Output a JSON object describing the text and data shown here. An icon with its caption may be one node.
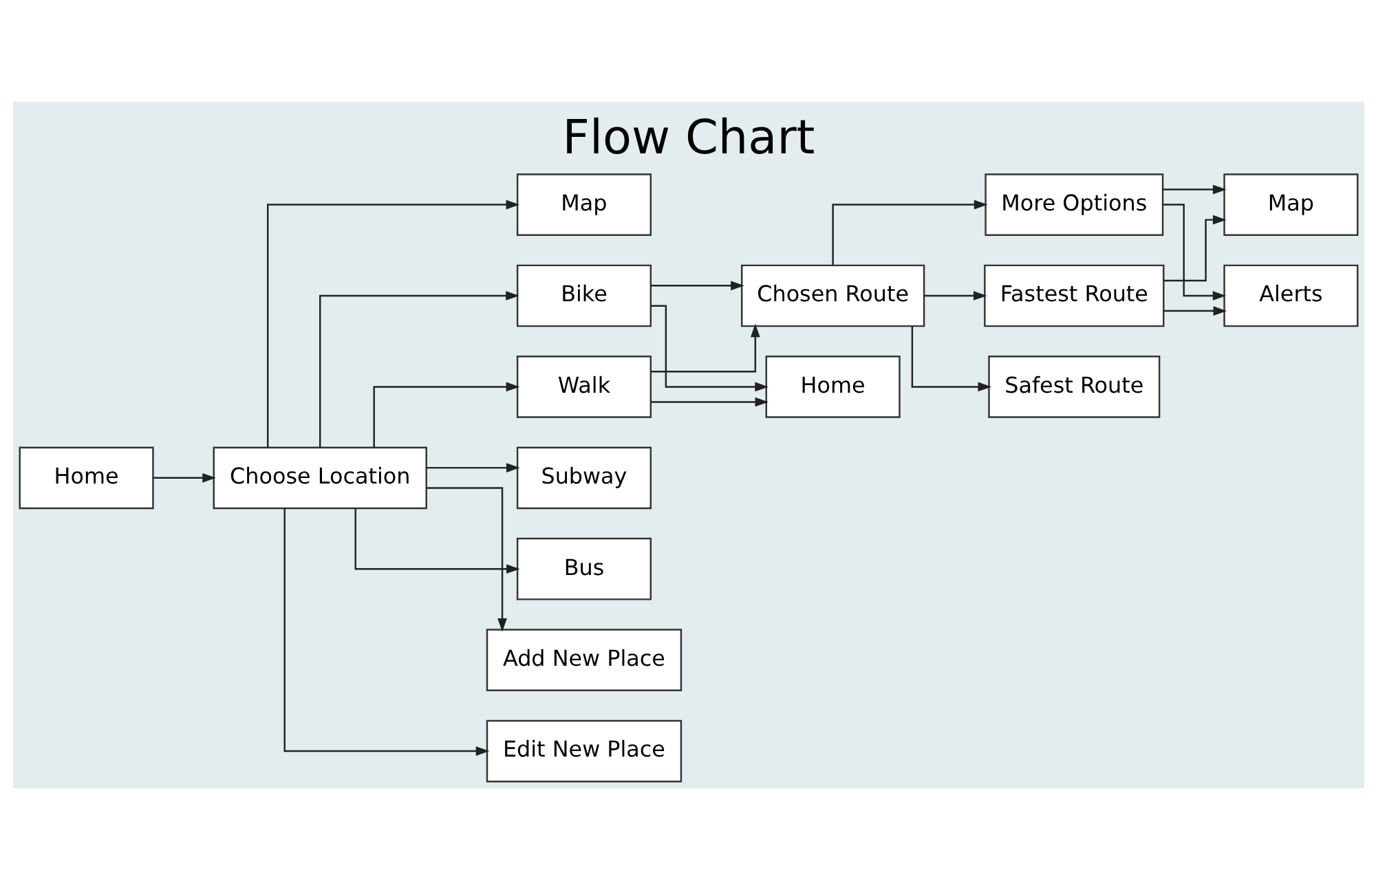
{
  "diagram": {
    "title": "Flow Chart",
    "nodes": [
      {
        "text": [
          "Home"
        ]
      },
      {
        "text": [
          "Choose Location"
        ]
      },
      {
        "text": [
          "Map"
        ]
      },
      {
        "text": [
          "Walk"
        ]
      },
      {
        "text": [
          "Subway"
        ]
      },
      {
        "text": [
          "Bus"
        ]
      },
      {
        "text": [
          "Bike"
        ]
      },
      {
        "text": [
          "Add New Place"
        ]
      },
      {
        "text": [
          "Edit New Place"
        ]
      },
      {
        "text": [
          "Chosen Route"
        ]
      },
      {
        "text": [
          "Home"
        ]
      },
      {
        "text": [
          "Fastest Route"
        ]
      },
      {
        "text": [
          "Safest Route"
        ]
      },
      {
        "text": [
          "More Options"
        ]
      },
      {
        "text": [
          "Map"
        ]
      },
      {
        "text": [
          "Alerts"
        ]
      }
    ],
    "edges": [
      {
        "from": 0,
        "to": 1,
        "arrow": "to"
      },
      {
        "from": 1,
        "to": 2,
        "arrow": "to"
      },
      {
        "from": 1,
        "to": 3,
        "arrow": "to"
      },
      {
        "from": 1,
        "to": 4,
        "arrow": "to"
      },
      {
        "from": 1,
        "to": 5,
        "arrow": "to"
      },
      {
        "from": 1,
        "to": 6,
        "arrow": "to"
      },
      {
        "from": 1,
        "to": 7,
        "arrow": "to"
      },
      {
        "from": 1,
        "to": 8,
        "arrow": "to"
      },
      {
        "from": 3,
        "to": 9,
        "arrow": "to"
      },
      {
        "from": 3,
        "to": 10,
        "arrow": "to"
      },
      {
        "from": 6,
        "to": 9,
        "arrow": "to"
      },
      {
        "from": 6,
        "to": 10,
        "arrow": "to"
      },
      {
        "from": 9,
        "to": 11,
        "arrow": "to"
      },
      {
        "from": 9,
        "to": 12,
        "arrow": "to"
      },
      {
        "from": 9,
        "to": 13,
        "arrow": "to"
      },
      {
        "from": 11,
        "to": 14,
        "arrow": "to"
      },
      {
        "from": 11,
        "to": 15,
        "arrow": "to"
      },
      {
        "from": 13,
        "to": 14,
        "arrow": "to"
      },
      {
        "from": 13,
        "to": 15,
        "arrow": "to"
      }
    ]
  }
}
